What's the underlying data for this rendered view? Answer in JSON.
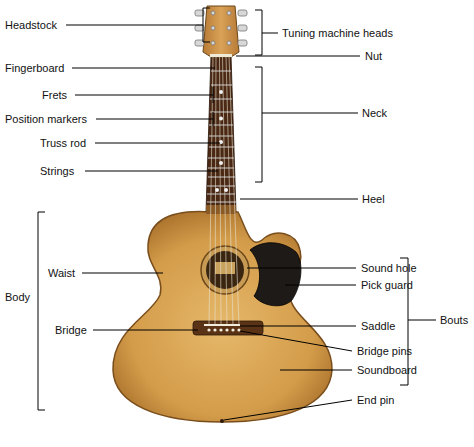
{
  "diagram": {
    "labels": [
      "Headstock",
      "Tuning machine heads",
      "Nut",
      "Fingerboard",
      "Frets",
      "Neck",
      "Position markers",
      "Truss rod",
      "Strings",
      "Heel",
      "Body",
      "Waist",
      "Sound hole",
      "Pick guard",
      "Bouts",
      "Bridge",
      "Saddle",
      "Bridge pins",
      "Soundboard",
      "End pin"
    ]
  }
}
